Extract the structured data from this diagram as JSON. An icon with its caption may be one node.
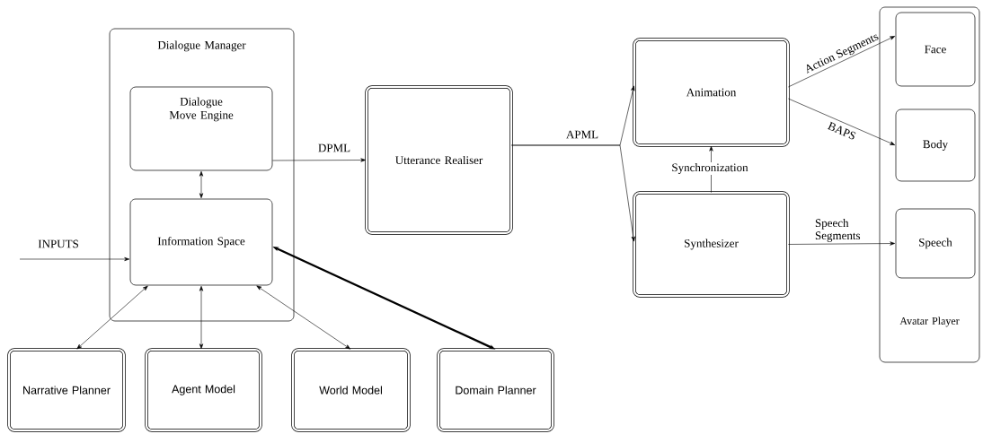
{
  "diagram": {
    "nodes": [
      {
        "text": [
          "Dialogue Manager"
        ]
      },
      {
        "text": [
          "Dialogue Move Engine"
        ],
        "in": 0
      },
      {
        "text": [
          "Information Space"
        ],
        "in": 0
      },
      {
        "text": [
          "Utterance Realiser"
        ]
      },
      {
        "text": [
          "Animation"
        ]
      },
      {
        "text": [
          "Synthesizer"
        ]
      },
      {
        "text": [
          "Avatar Player"
        ]
      },
      {
        "text": [
          "Face"
        ],
        "in": 6
      },
      {
        "text": [
          "Body"
        ],
        "in": 6
      },
      {
        "text": [
          "Speech"
        ],
        "in": 6
      },
      {
        "text": [
          "Narrative Planner"
        ]
      },
      {
        "text": [
          "Agent Model"
        ]
      },
      {
        "text": [
          "World Model"
        ]
      },
      {
        "text": [
          "Domain Planner"
        ]
      }
    ],
    "edges": [
      {
        "from": 1,
        "to": 2,
        "arrow": "both"
      },
      {
        "from": 1,
        "to": 3,
        "arrow": "to",
        "label": "DPML"
      },
      {
        "from": null,
        "to": 2,
        "arrow": "to",
        "label": "INPUTS"
      },
      {
        "from": 2,
        "to": 10,
        "arrow": "both"
      },
      {
        "from": 2,
        "to": 11,
        "arrow": "both"
      },
      {
        "from": 2,
        "to": 12,
        "arrow": "both"
      },
      {
        "from": 2,
        "to": 13,
        "arrow": "both",
        "style": "thick"
      },
      {
        "from": 3,
        "to": 4,
        "arrow": "to",
        "label": "APML"
      },
      {
        "from": 3,
        "to": 5,
        "arrow": "to"
      },
      {
        "from": 5,
        "to": 4,
        "arrow": "to",
        "label": "Synchronization"
      },
      {
        "from": 4,
        "to": 7,
        "arrow": "to",
        "label": "Action Segments"
      },
      {
        "from": 4,
        "to": 8,
        "arrow": "to",
        "label": "BAPS"
      },
      {
        "from": 5,
        "to": 9,
        "arrow": "to",
        "label": "Speech Segments"
      }
    ]
  }
}
